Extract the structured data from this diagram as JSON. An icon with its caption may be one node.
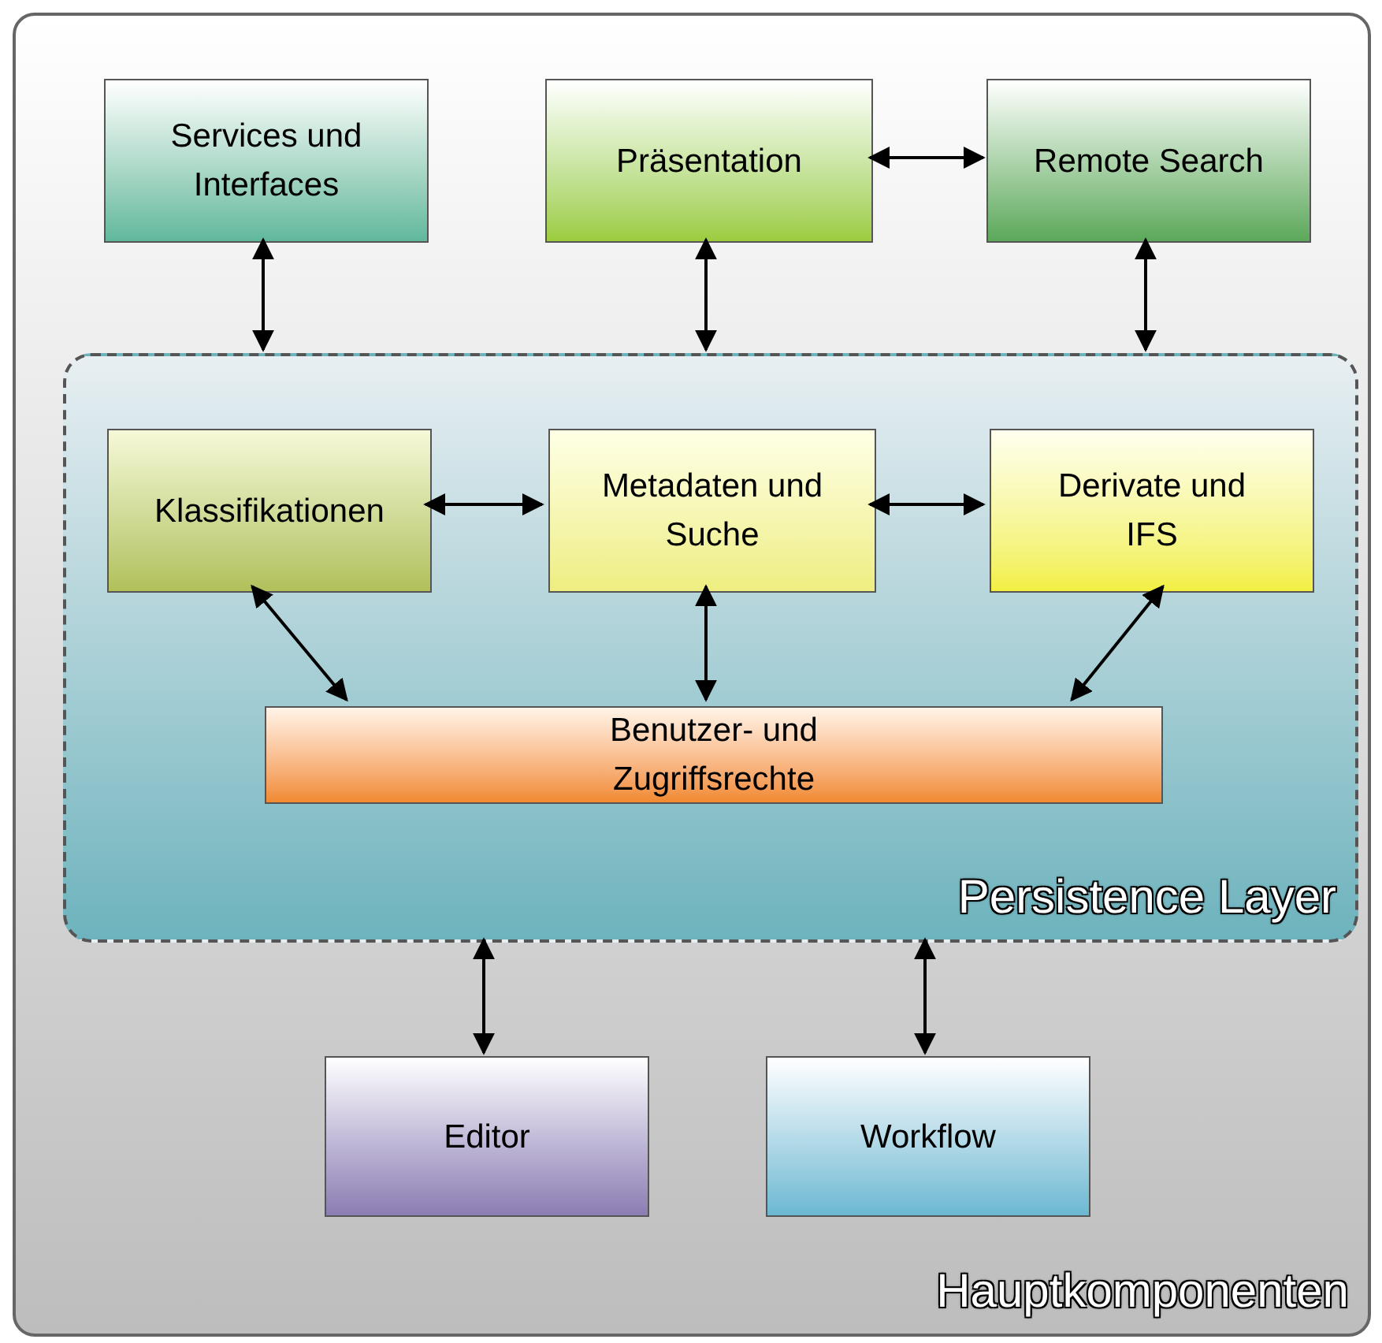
{
  "diagram": {
    "nodes": [
      {
        "text": [
          "Hauptkomponenten"
        ]
      },
      {
        "text": [
          "Services und Interfaces"
        ],
        "in": 0
      },
      {
        "text": [
          "Präsentation"
        ],
        "in": 0
      },
      {
        "text": [
          "Remote Search"
        ],
        "in": 0
      },
      {
        "text": [
          "Persistence Layer"
        ],
        "in": 0
      },
      {
        "text": [
          "Klassifikationen"
        ],
        "in": 4
      },
      {
        "text": [
          "Metadaten und Suche"
        ],
        "in": 4
      },
      {
        "text": [
          "Derivate und IFS"
        ],
        "in": 4
      },
      {
        "text": [
          "Benutzer- und Zugriffsrechte"
        ],
        "in": 4
      },
      {
        "text": [
          "Editor"
        ],
        "in": 0
      },
      {
        "text": [
          "Workflow"
        ],
        "in": 0
      }
    ],
    "edges": [
      {
        "from": 2,
        "to": 3,
        "arrow": "both"
      },
      {
        "from": 1,
        "to": 4,
        "arrow": "both"
      },
      {
        "from": 2,
        "to": 4,
        "arrow": "both"
      },
      {
        "from": 3,
        "to": 4,
        "arrow": "both"
      },
      {
        "from": 5,
        "to": 6,
        "arrow": "both"
      },
      {
        "from": 6,
        "to": 7,
        "arrow": "both"
      },
      {
        "from": 5,
        "to": 8,
        "arrow": "both"
      },
      {
        "from": 6,
        "to": 8,
        "arrow": "both"
      },
      {
        "from": 7,
        "to": 8,
        "arrow": "both"
      },
      {
        "from": 4,
        "to": 9,
        "arrow": "both"
      },
      {
        "from": 4,
        "to": 10,
        "arrow": "both"
      }
    ]
  }
}
